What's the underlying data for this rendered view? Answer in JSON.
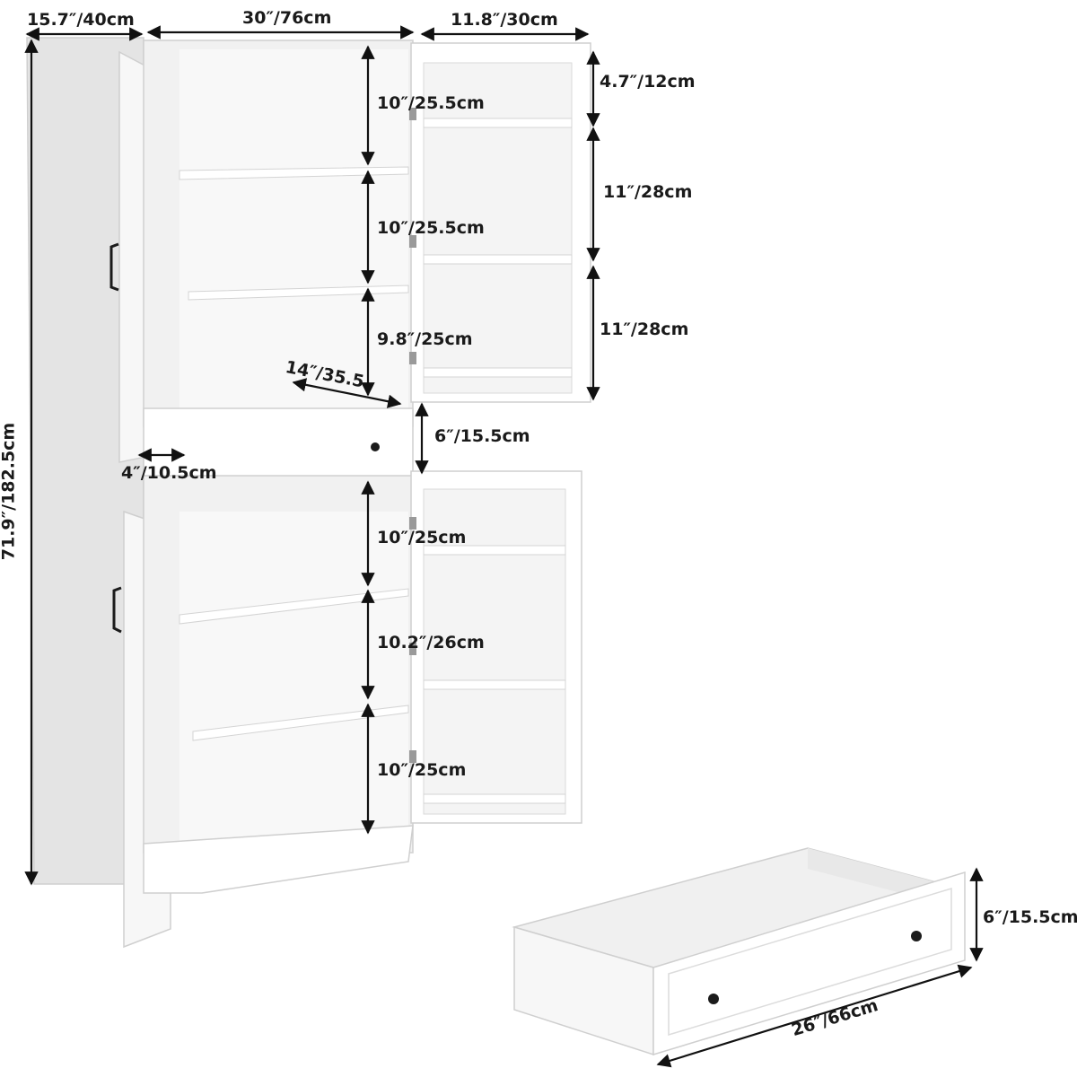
{
  "product_diagram": {
    "description_free": true,
    "dimensions": {
      "overall_depth": "15.7″/40cm",
      "overall_width": "30″/76cm",
      "door_width": "11.8″/30cm",
      "overall_height": "71.9″/182.5cm",
      "upper_shelf_1": "10″/25.5cm",
      "upper_shelf_2": "10″/25.5cm",
      "upper_shelf_3": "9.8″/25cm",
      "shelf_depth": "14″/35.5",
      "door_rack_top": "4.7″/12cm",
      "door_rack_1": "11″/28cm",
      "door_rack_2": "11″/28cm",
      "drawer_gap": "6″/15.5cm",
      "door_thickness": "4″/10.5cm",
      "lower_shelf_1": "10″/25cm",
      "lower_shelf_2": "10.2″/26cm",
      "lower_shelf_3": "10″/25cm",
      "drawer_height": "6″/15.5cm",
      "drawer_width": "26″/66cm"
    },
    "colors": {
      "cabinet": "#ffffff",
      "shadow": "#e9e9e9",
      "outline": "#c8c8c8",
      "arrow": "#111111",
      "handle": "#1b1b1b"
    }
  }
}
